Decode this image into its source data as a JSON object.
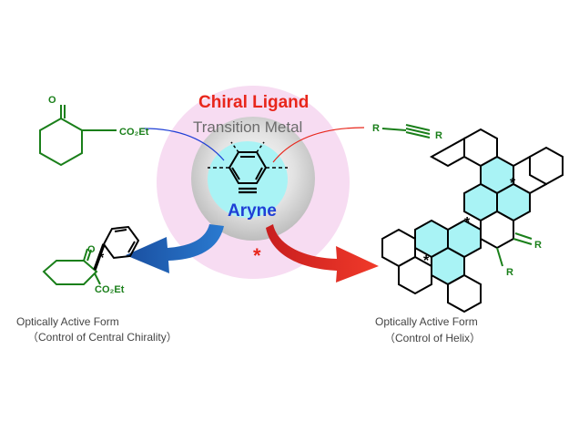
{
  "labels": {
    "chiral_ligand": "Chiral Ligand",
    "transition_metal": "Transition Metal",
    "aryne": "Aryne",
    "center_star": "*",
    "left_caption_1": "Optically Active Form",
    "left_caption_2": "（Control of Central Chirality）",
    "right_caption_1": "Optically Active Form",
    "right_caption_2": "（Control of Helix）"
  },
  "chemistry": {
    "ketoester_group": "CO₂Et",
    "product_group": "CO₂Et",
    "ketone_o": "O",
    "product_o": "O",
    "alkyne_r_left": "R",
    "alkyne_r_right": "R",
    "helix_r1": "R",
    "helix_r2": "R",
    "stereo_mark": "*"
  },
  "colors": {
    "outer_ring": "#f7dcf2",
    "inner_sphere": "#d6d6d6",
    "aryne_core": "#a9f3f5",
    "red": "#e8261b",
    "blue": "#1f3fd6",
    "green": "#1a7f1a",
    "helix_fill": "#a9f3f5"
  }
}
